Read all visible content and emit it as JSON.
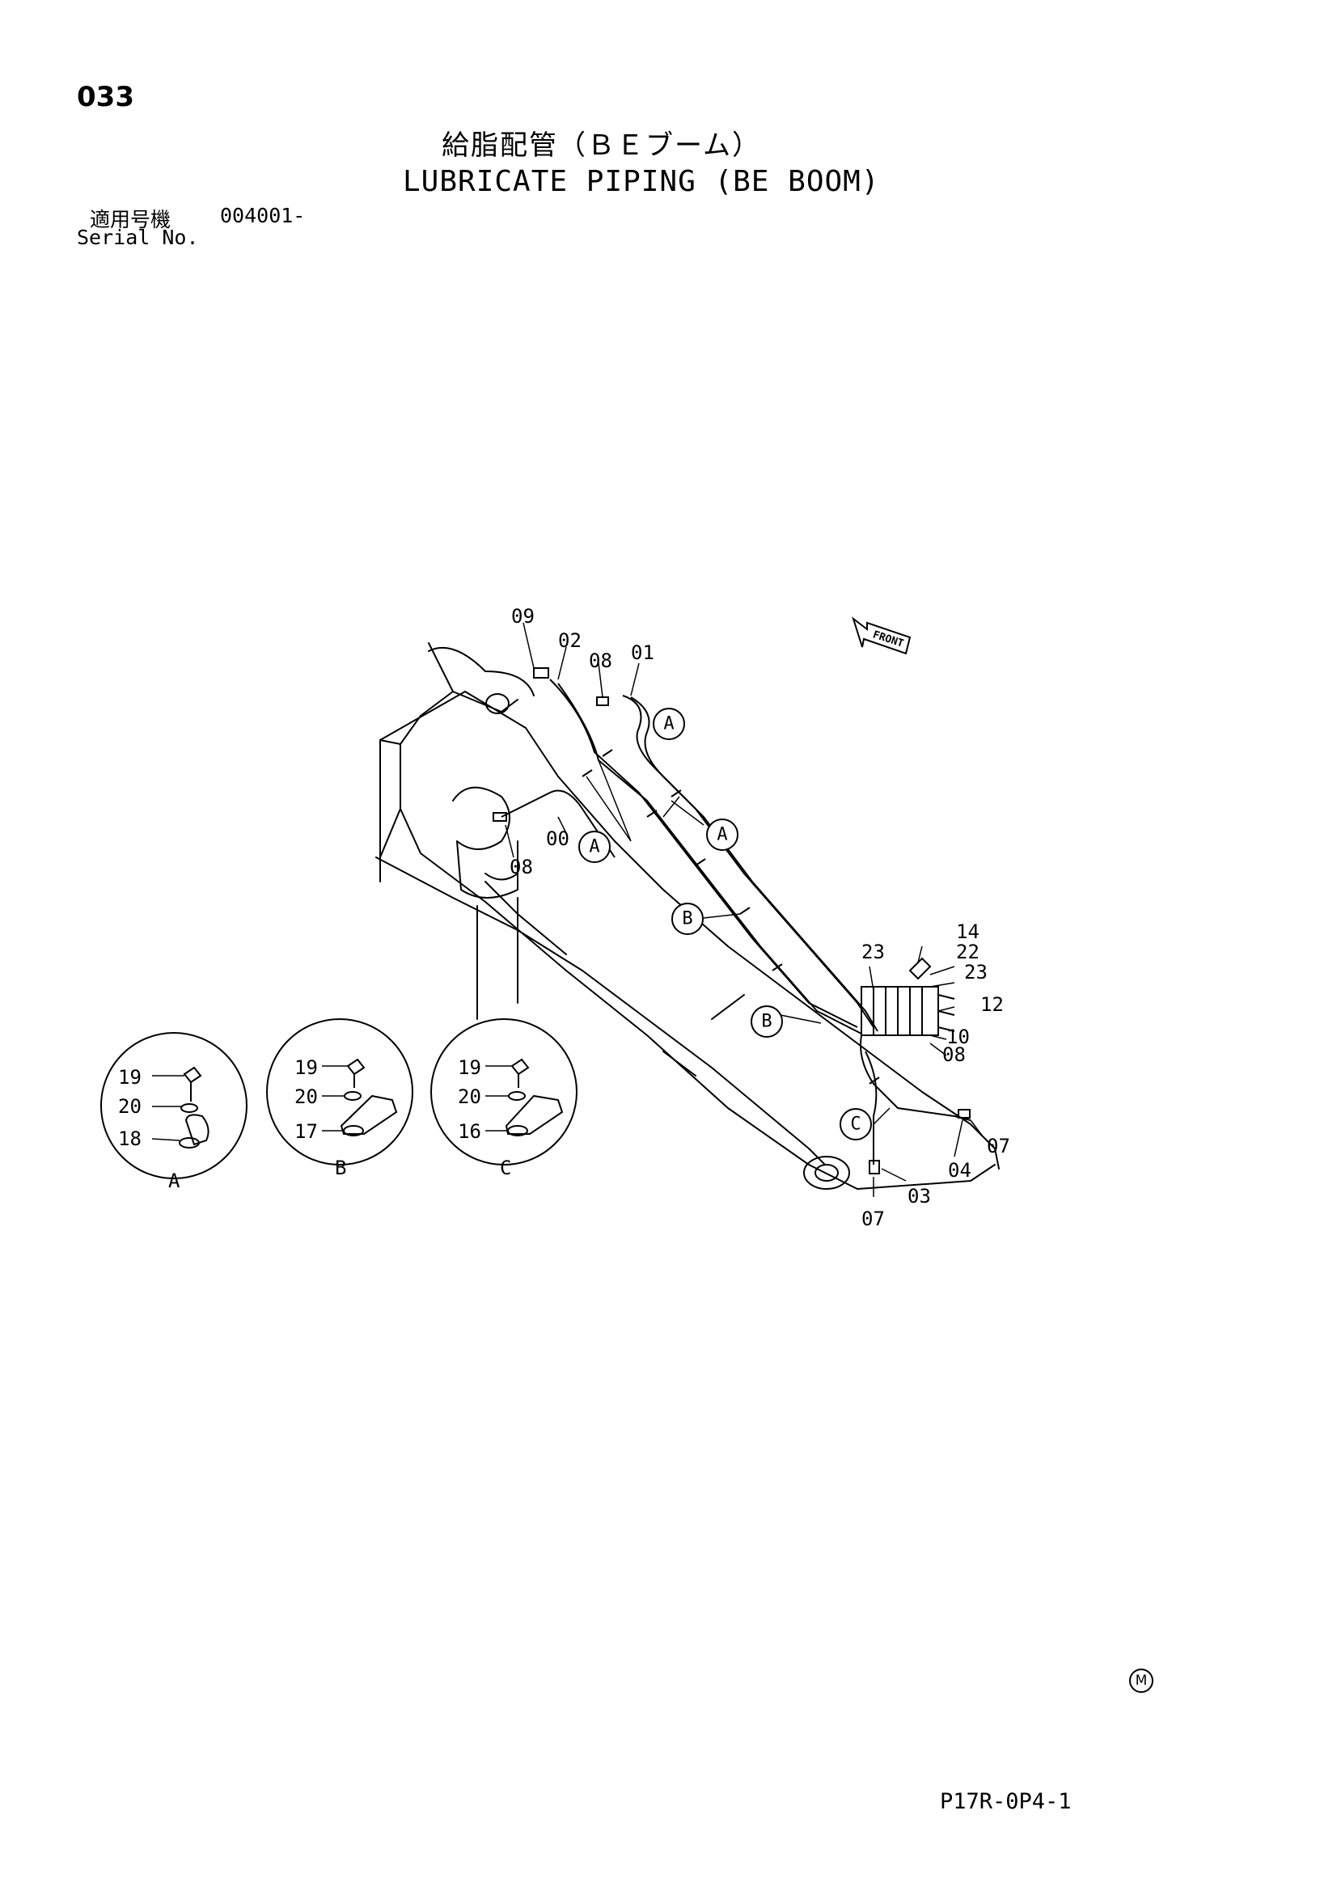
{
  "header": {
    "page_number": "033",
    "title_jp": "給脂配管（ＢＥブーム）",
    "title_en": "LUBRICATE PIPING (BE BOOM)"
  },
  "serial": {
    "label_jp": "適用号機",
    "range": "004001-",
    "label_en": "Serial No."
  },
  "diagram": {
    "front_label": "FRONT",
    "part_numbers": {
      "p00": "00",
      "p01": "01",
      "p02": "02",
      "p03": "03",
      "p04": "04",
      "p07a": "07",
      "p07b": "07",
      "p08a": "08",
      "p08b": "08",
      "p08c": "08",
      "p09": "09",
      "p10": "10",
      "p12": "12",
      "p14": "14",
      "p22": "22",
      "p23a": "23",
      "p23b": "23"
    },
    "callouts": {
      "A1": "A",
      "A2": "A",
      "A3": "A",
      "B1": "B",
      "B2": "B",
      "C1": "C"
    }
  },
  "details": [
    {
      "label": "A",
      "parts": [
        "19",
        "20",
        "18"
      ]
    },
    {
      "label": "B",
      "parts": [
        "19",
        "20",
        "17"
      ]
    },
    {
      "label": "C",
      "parts": [
        "19",
        "20",
        "16"
      ]
    }
  ],
  "footer": {
    "mark": "M",
    "doc_code": "P17R-0P4-1"
  }
}
